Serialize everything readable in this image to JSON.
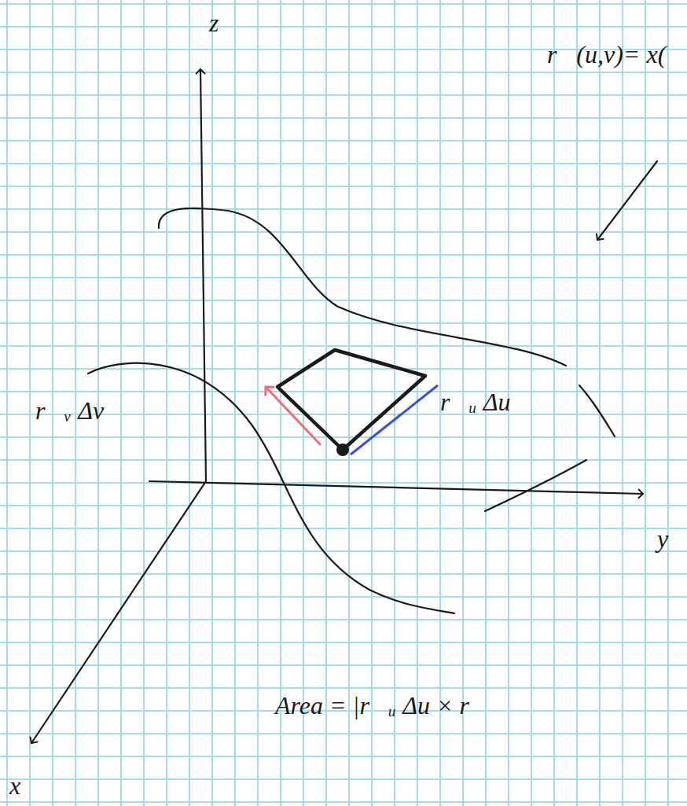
{
  "diagram": {
    "labels": [
      "z",
      "r⃗(u,v)= x(",
      "r⃗ᵥ Δv",
      "r⃗ᵤ Δu",
      "y",
      "x",
      "Area = |r⃗ᵤ Δu × r⃗"
    ]
  }
}
